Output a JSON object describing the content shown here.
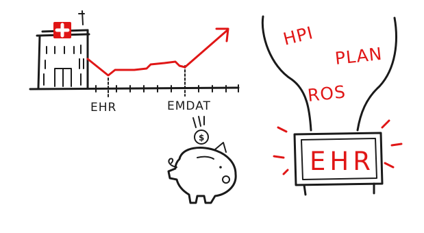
{
  "timeline": {
    "marker_1_label": "EHR",
    "marker_2_label": "EMDAT",
    "currency_symbol": "$"
  },
  "funnel": {
    "term_1": "HPI",
    "term_2": "PLAN",
    "term_3": "ROS"
  },
  "monitor": {
    "screen_text": "EHR"
  },
  "colors": {
    "ink": "#1a1a1a",
    "accent": "#e01616"
  },
  "icons": [
    "hospital-icon",
    "piggy-bank-icon",
    "coin-icon",
    "monitor-icon",
    "trend-arrow-icon"
  ]
}
